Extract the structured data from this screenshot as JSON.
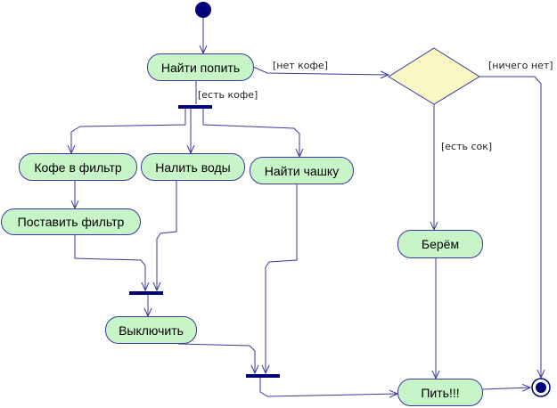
{
  "activities": {
    "find_drink": "Найти попить",
    "coffee_filter": "Кофе в фильтр",
    "pour_water": "Налить воды",
    "find_cup": "Найти чашку",
    "place_filter": "Поставить фильтр",
    "switch_off": "Выключить",
    "take": "Берём",
    "drink": "Пить!!!"
  },
  "guards": {
    "no_coffee": "[нет кофе]",
    "has_coffee": "[есть кофе]",
    "nothing": "[ничего нет]",
    "has_juice": "[есть сок]"
  },
  "colors": {
    "activity_fill": "#c8f5c8",
    "line": "#3a3a9a",
    "decision_fill": "#fbf7c4",
    "node": "#00007a"
  }
}
